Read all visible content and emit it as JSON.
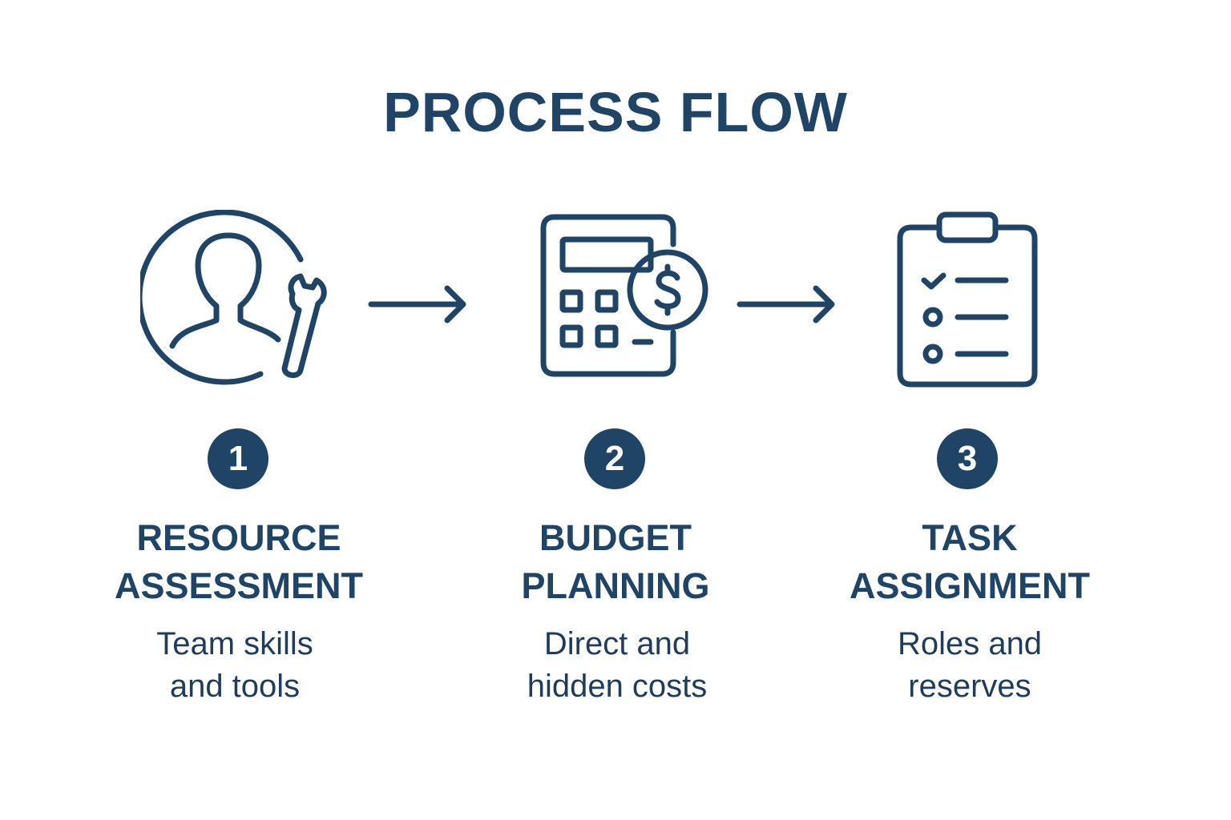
{
  "title": "PROCESS FLOW",
  "steps": [
    {
      "number": "1",
      "heading_line1": "RESOURCE",
      "heading_line2": "ASSESSMENT",
      "desc_line1": "Team skills",
      "desc_line2": "and tools",
      "icon": "user-wrench-icon"
    },
    {
      "number": "2",
      "heading_line1": "BUDGET",
      "heading_line2": "PLANNING",
      "desc_line1": "Direct and",
      "desc_line2": "hidden costs",
      "icon": "calculator-dollar-icon"
    },
    {
      "number": "3",
      "heading_line1": "TASK",
      "heading_line2": "ASSIGNMENT",
      "desc_line1": "Roles and",
      "desc_line2": "reserves",
      "icon": "clipboard-checklist-icon"
    }
  ],
  "colors": {
    "primary": "#1f4466"
  }
}
